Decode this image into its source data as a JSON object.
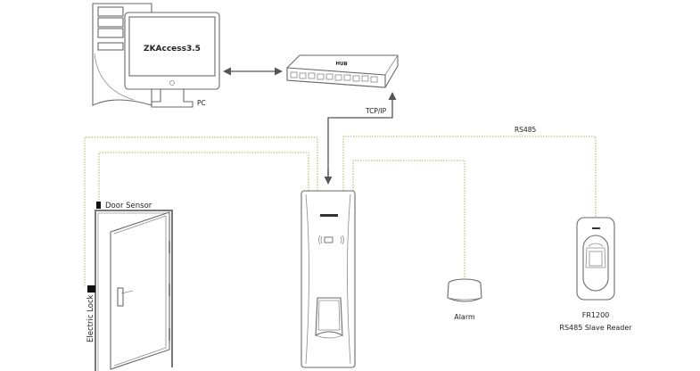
{
  "diagram": {
    "type": "access-control-wiring",
    "nodes": {
      "pc": {
        "label": "PC",
        "screen_text": "ZKAccess3.5"
      },
      "hub": {
        "label": "HUB"
      },
      "controller": {
        "label": ""
      },
      "door_sensor": {
        "label": "Door Sensor"
      },
      "electric_lock": {
        "label": "Electric Lock"
      },
      "alarm": {
        "label": "Alarm"
      },
      "slave_reader": {
        "model": "FR1200",
        "label": "RS485 Slave Reader"
      }
    },
    "connections": [
      {
        "from": "pc",
        "to": "hub",
        "style": "bidirectional-arrow",
        "label": ""
      },
      {
        "from": "hub",
        "to": "controller",
        "style": "arrow",
        "label": "TCP/IP"
      },
      {
        "from": "controller",
        "to": "slave_reader",
        "style": "dotted",
        "label": "RS485"
      },
      {
        "from": "controller",
        "to": "alarm",
        "style": "dotted",
        "label": ""
      },
      {
        "from": "controller",
        "to": "door_sensor",
        "style": "dotted",
        "label": ""
      },
      {
        "from": "controller",
        "to": "electric_lock",
        "style": "dotted",
        "label": ""
      }
    ],
    "colors": {
      "wire": "#9bbf5a",
      "line": "#555555",
      "outline": "#6a6a6a"
    }
  }
}
